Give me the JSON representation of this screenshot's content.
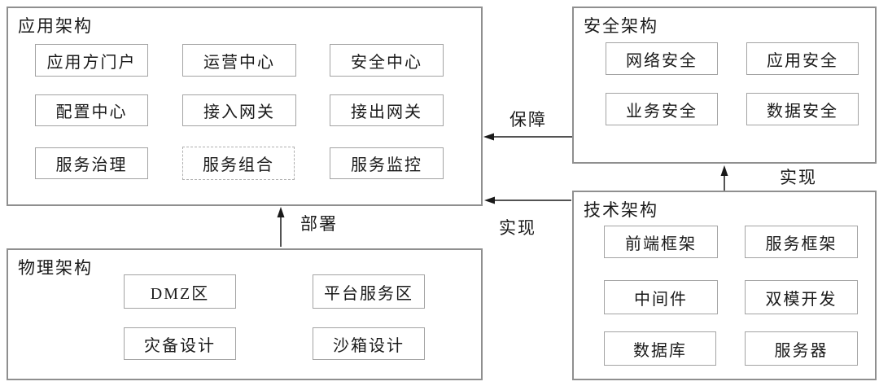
{
  "groups": [
    {
      "title": "应用架构",
      "items": [
        {
          "label": "应用方门户"
        },
        {
          "label": "运营中心"
        },
        {
          "label": "安全中心"
        },
        {
          "label": "配置中心"
        },
        {
          "label": "接入网关"
        },
        {
          "label": "接出网关"
        },
        {
          "label": "服务治理"
        },
        {
          "label": "服务组合",
          "border_style": "dashed"
        },
        {
          "label": "服务监控"
        }
      ]
    },
    {
      "title": "安全架构",
      "items": [
        {
          "label": "网络安全"
        },
        {
          "label": "应用安全"
        },
        {
          "label": "业务安全"
        },
        {
          "label": "数据安全"
        }
      ]
    },
    {
      "title": "技术架构",
      "items": [
        {
          "label": "前端框架"
        },
        {
          "label": "服务框架"
        },
        {
          "label": "中间件"
        },
        {
          "label": "双模开发"
        },
        {
          "label": "数据库"
        },
        {
          "label": "服务器"
        }
      ]
    },
    {
      "title": "物理架构",
      "items": [
        {
          "label": "DMZ区"
        },
        {
          "label": "平台服务区"
        },
        {
          "label": "灾备设计"
        },
        {
          "label": "沙箱设计"
        }
      ]
    }
  ],
  "edges": [
    {
      "label": "保障",
      "from": "安全架构",
      "to": "应用架构",
      "direction": "left"
    },
    {
      "label": "实现",
      "from": "技术架构",
      "to": "应用架构",
      "direction": "left"
    },
    {
      "label": "实现",
      "from": "技术架构",
      "to": "安全架构",
      "direction": "up"
    },
    {
      "label": "部署",
      "from": "物理架构",
      "to": "应用架构",
      "direction": "up"
    }
  ],
  "colors": {
    "background": "#ffffff",
    "group_border": "#8f8f8f",
    "item_border": "#a3a3a3",
    "dashed_item_border": "#b0b0b0",
    "text": "#1a1a1a",
    "arrow": "#1a1a1a"
  }
}
